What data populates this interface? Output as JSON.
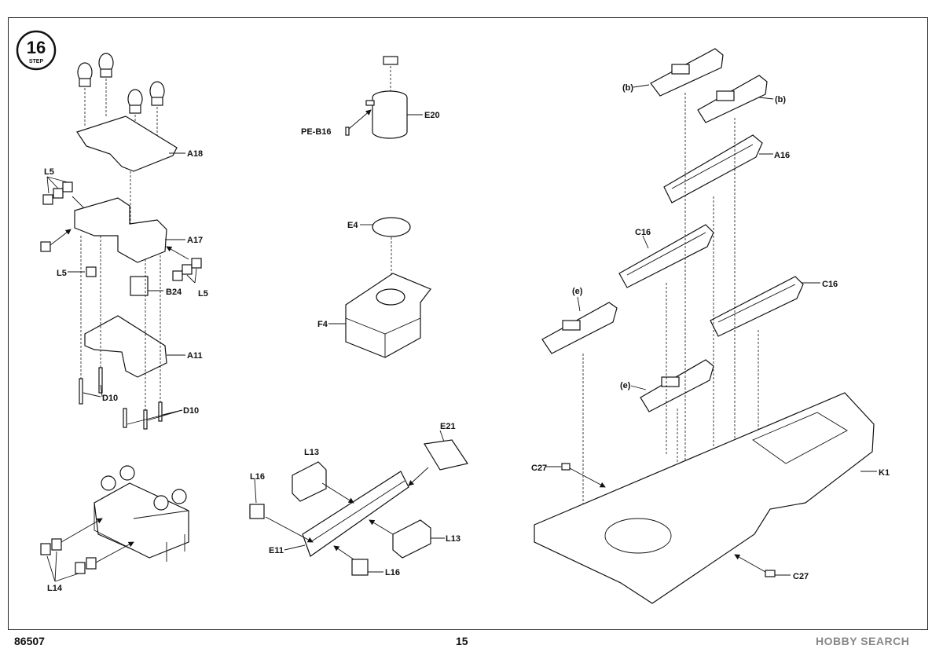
{
  "step": {
    "number": "16",
    "word": "STEP"
  },
  "labels": {
    "A18": "A18",
    "L5_top": "L5",
    "A17": "A17",
    "L5_left": "L5",
    "B24": "B24",
    "L5_right": "L5",
    "A11": "A11",
    "D10_a": "D10",
    "D10_b": "D10",
    "L14": "L14",
    "PE_B16": "PE-B16",
    "E20": "E20",
    "E4": "E4",
    "F4": "F4",
    "L13_top": "L13",
    "L16_top": "L16",
    "E21": "E21",
    "E11": "E11",
    "L13_bot": "L13",
    "L16_bot": "L16",
    "b1": "(b)",
    "b2": "(b)",
    "A16": "A16",
    "C16_left": "C16",
    "C16_right": "C16",
    "e1": "(e)",
    "e2": "(e)",
    "C27_left": "C27",
    "C27_right": "C27",
    "K1": "K1"
  },
  "footer": {
    "code": "86507",
    "page": "15"
  },
  "watermark": "HOBBY SEARCH",
  "colors": {
    "line": "#111111",
    "fill": "#ffffff",
    "watermark": "#888888"
  }
}
